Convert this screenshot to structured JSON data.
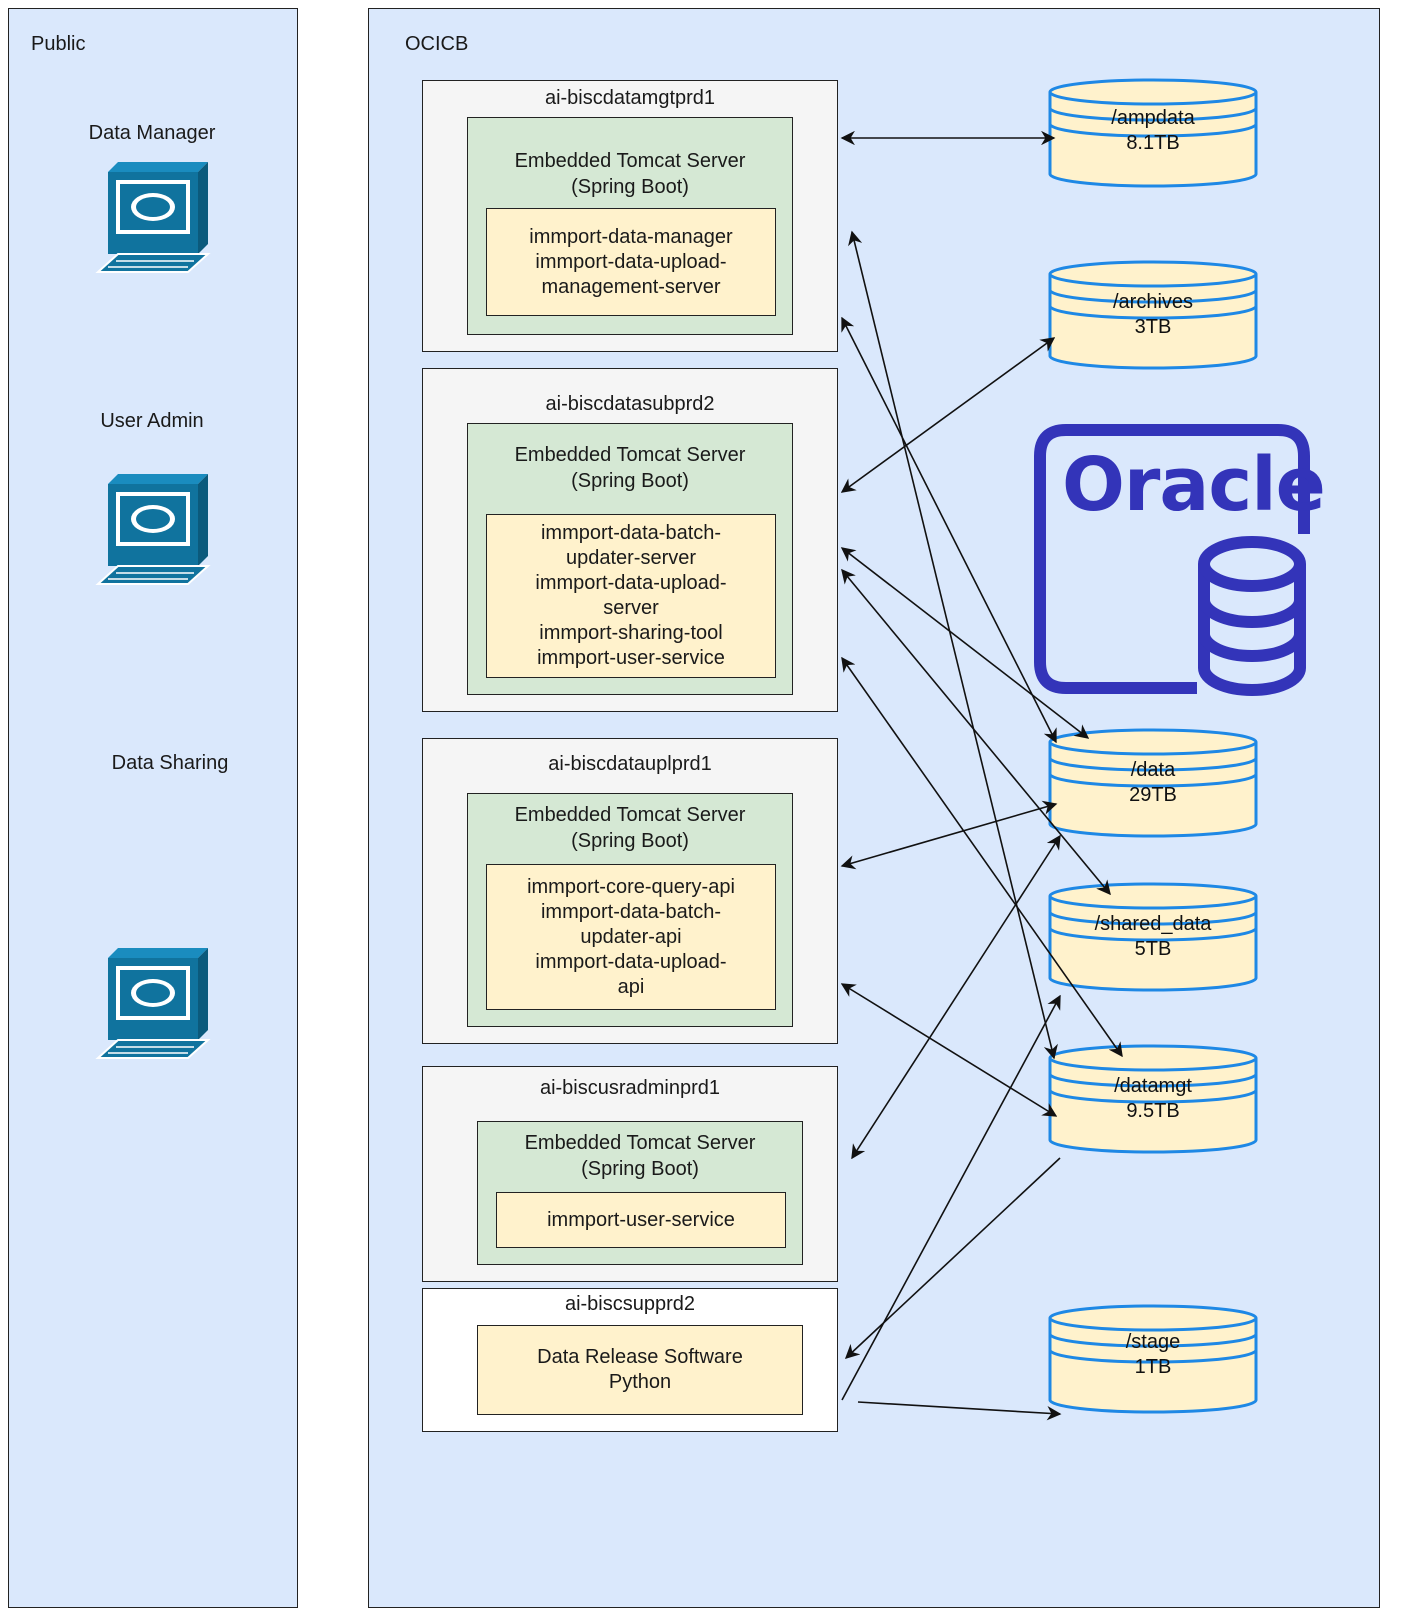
{
  "zones": {
    "public": "Public",
    "ocicb": "OCICB"
  },
  "users": [
    {
      "label": "Data Manager"
    },
    {
      "label": "User Admin"
    },
    {
      "label": "Data Sharing"
    }
  ],
  "servers": [
    {
      "name": "ai-biscdatamgtprd1",
      "container": "Embedded Tomcat Server\n(Spring Boot)",
      "apps": [
        "immport-data-manager",
        "immport-data-upload-",
        "management-server"
      ]
    },
    {
      "name": "ai-biscdatasubprd2",
      "container": "Embedded Tomcat Server\n(Spring Boot)",
      "apps": [
        "immport-data-batch-",
        "updater-server",
        "immport-data-upload-",
        "server",
        "immport-sharing-tool",
        "immport-user-service"
      ]
    },
    {
      "name": "ai-biscdatauplprd1",
      "container": "Embedded Tomcat Server\n(Spring Boot)",
      "apps": [
        "immport-core-query-api",
        "immport-data-batch-",
        "updater-api",
        "immport-data-upload-",
        "api"
      ]
    },
    {
      "name": "ai-biscusradminprd1",
      "container": "Embedded Tomcat Server\n(Spring Boot)",
      "apps": [
        "immport-user-service"
      ]
    },
    {
      "name": "ai-biscsupprd2",
      "apps": [
        "Data Release Software",
        "Python"
      ]
    }
  ],
  "storage": [
    {
      "path": "/ampdata",
      "size": "8.1TB"
    },
    {
      "path": "/archives",
      "size": "3TB"
    },
    {
      "path": "/data",
      "size": "29TB"
    },
    {
      "path": "/shared_data",
      "size": "5TB"
    },
    {
      "path": "/datamgt",
      "size": "9.5TB"
    },
    {
      "path": "/stage",
      "size": "1TB"
    }
  ],
  "oracle": {
    "label": "Oracle"
  },
  "colors": {
    "zone_fill": "#dae8fc",
    "server_fill": "#f5f5f5",
    "tomcat_fill": "#d5e8d4",
    "app_fill": "#fff2cc",
    "storage_fill": "#fff2cc",
    "storage_stroke": "#1e88e5",
    "computer_blue": "#10739e",
    "oracle_blue": "#3334b9"
  }
}
